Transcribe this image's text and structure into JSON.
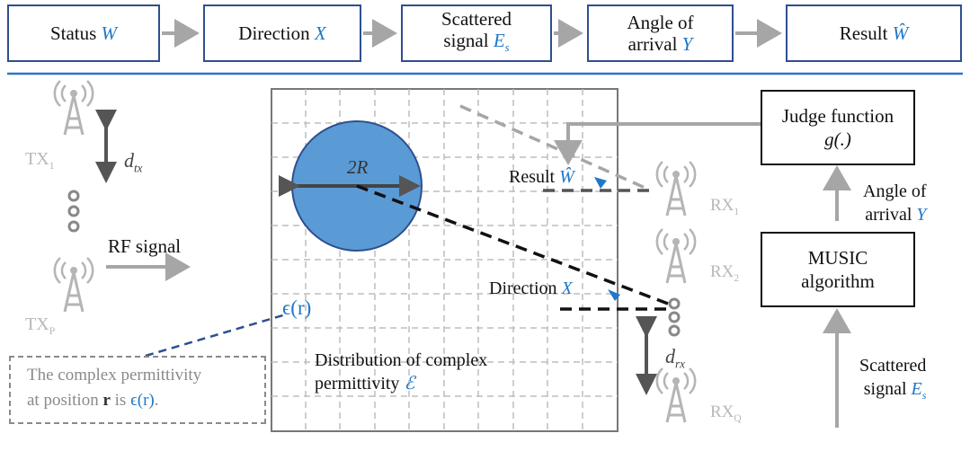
{
  "pipeline": [
    {
      "text": "Status",
      "var": "W"
    },
    {
      "text": "Direction",
      "var": "X"
    },
    {
      "line1": "Scattered",
      "line2_text": "signal",
      "var": "E",
      "var_sub": "s"
    },
    {
      "line1": "Angle of",
      "line2_text": "arrival",
      "var": "Y"
    },
    {
      "text": "Result",
      "var": "Ŵ"
    }
  ],
  "transmitters": {
    "tx_top": "TX",
    "tx_top_sub": "1",
    "tx_bottom": "TX",
    "tx_bottom_sub": "P",
    "spacing_label": "d",
    "spacing_sub": "tx"
  },
  "receivers": {
    "rx1": "RX",
    "rx1_sub": "1",
    "rx2": "RX",
    "rx2_sub": "2",
    "rxq": "RX",
    "rxq_sub": "Q",
    "spacing_label": "d",
    "spacing_sub": "rx"
  },
  "rf_signal": "RF signal",
  "object": {
    "diameter_label": "2R"
  },
  "grid": {
    "permittivity_label": "ϵ(r)",
    "caption_line1": "Distribution of complex",
    "caption_line2": "permittivity",
    "caption_var": "ℰ"
  },
  "annotations": {
    "result": "Result",
    "result_var": "Ŵ",
    "direction": "Direction",
    "direction_var": "X"
  },
  "blocks": {
    "judge_line1": "Judge function",
    "judge_line2": "g(.)",
    "music_line1": "MUSIC",
    "music_line2": "algorithm",
    "angle_line1": "Angle of",
    "angle_line2": "arrival",
    "angle_var": "Y",
    "scattered_line1": "Scattered",
    "scattered_line2": "signal",
    "scattered_var": "E",
    "scattered_sub": "s"
  },
  "note": {
    "line1": "The complex permittivity",
    "line2_prefix": "at position",
    "bold_r": "r",
    "line2_mid": "is",
    "expr": "ϵ(r)",
    "expr_end": "."
  },
  "colors": {
    "frame_blue": "#2e4f8f",
    "accent_blue": "#1f77c8",
    "circle_fill": "#5b9bd5",
    "arrow_gray": "#a6a6a6"
  }
}
